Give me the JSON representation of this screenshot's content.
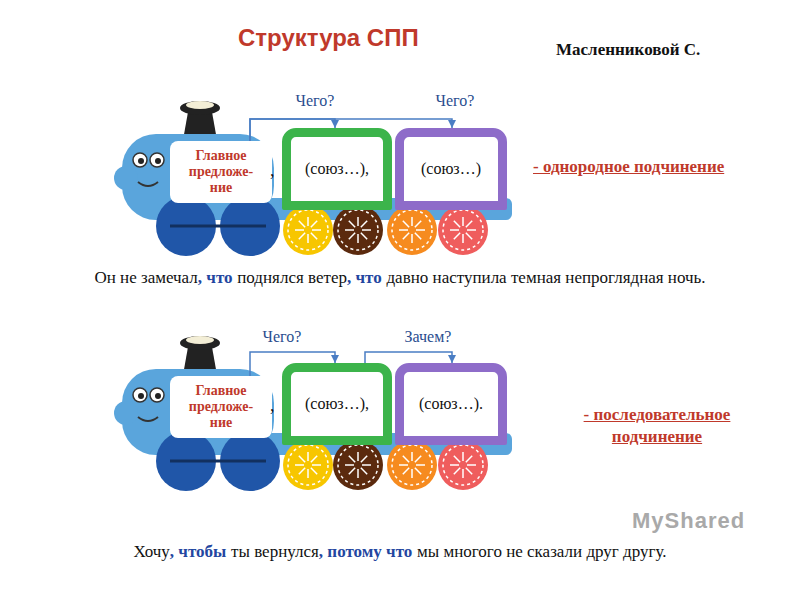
{
  "diagram": {
    "title": "Структура СПП",
    "nodes": [
      {
        "text": [
          "Главное предложе- ние"
        ]
      },
      {
        "text": [
          "(союз…),"
        ]
      },
      {
        "text": [
          "(союз…)"
        ]
      },
      {
        "text": [
          "Главное предложе- ние"
        ]
      },
      {
        "text": [
          "(союз…),"
        ]
      },
      {
        "text": [
          "(союз…)."
        ]
      }
    ],
    "edges": [
      {
        "from": 0,
        "to": 1,
        "label": "Чего?",
        "arrow": "to"
      },
      {
        "from": 0,
        "to": 2,
        "label": "Чего?",
        "arrow": "to"
      },
      {
        "from": 3,
        "to": 4,
        "label": "Чего?",
        "arrow": "to"
      },
      {
        "from": 4,
        "to": 5,
        "label": "Зачем?",
        "arrow": "to"
      }
    ],
    "labels": [
      "Масленниковой С.",
      ",",
      "- однородное подчинение",
      "Он не замечал",
      ", что",
      "поднялся ветер",
      ", что",
      "давно наступила темная непроглядная ночь.",
      ",",
      "- последовательное подчинение",
      "Хочу",
      ", чтобы",
      "ты вернулся",
      ", потому что",
      "мы многого не сказали друг другу.",
      "MyShared"
    ]
  }
}
